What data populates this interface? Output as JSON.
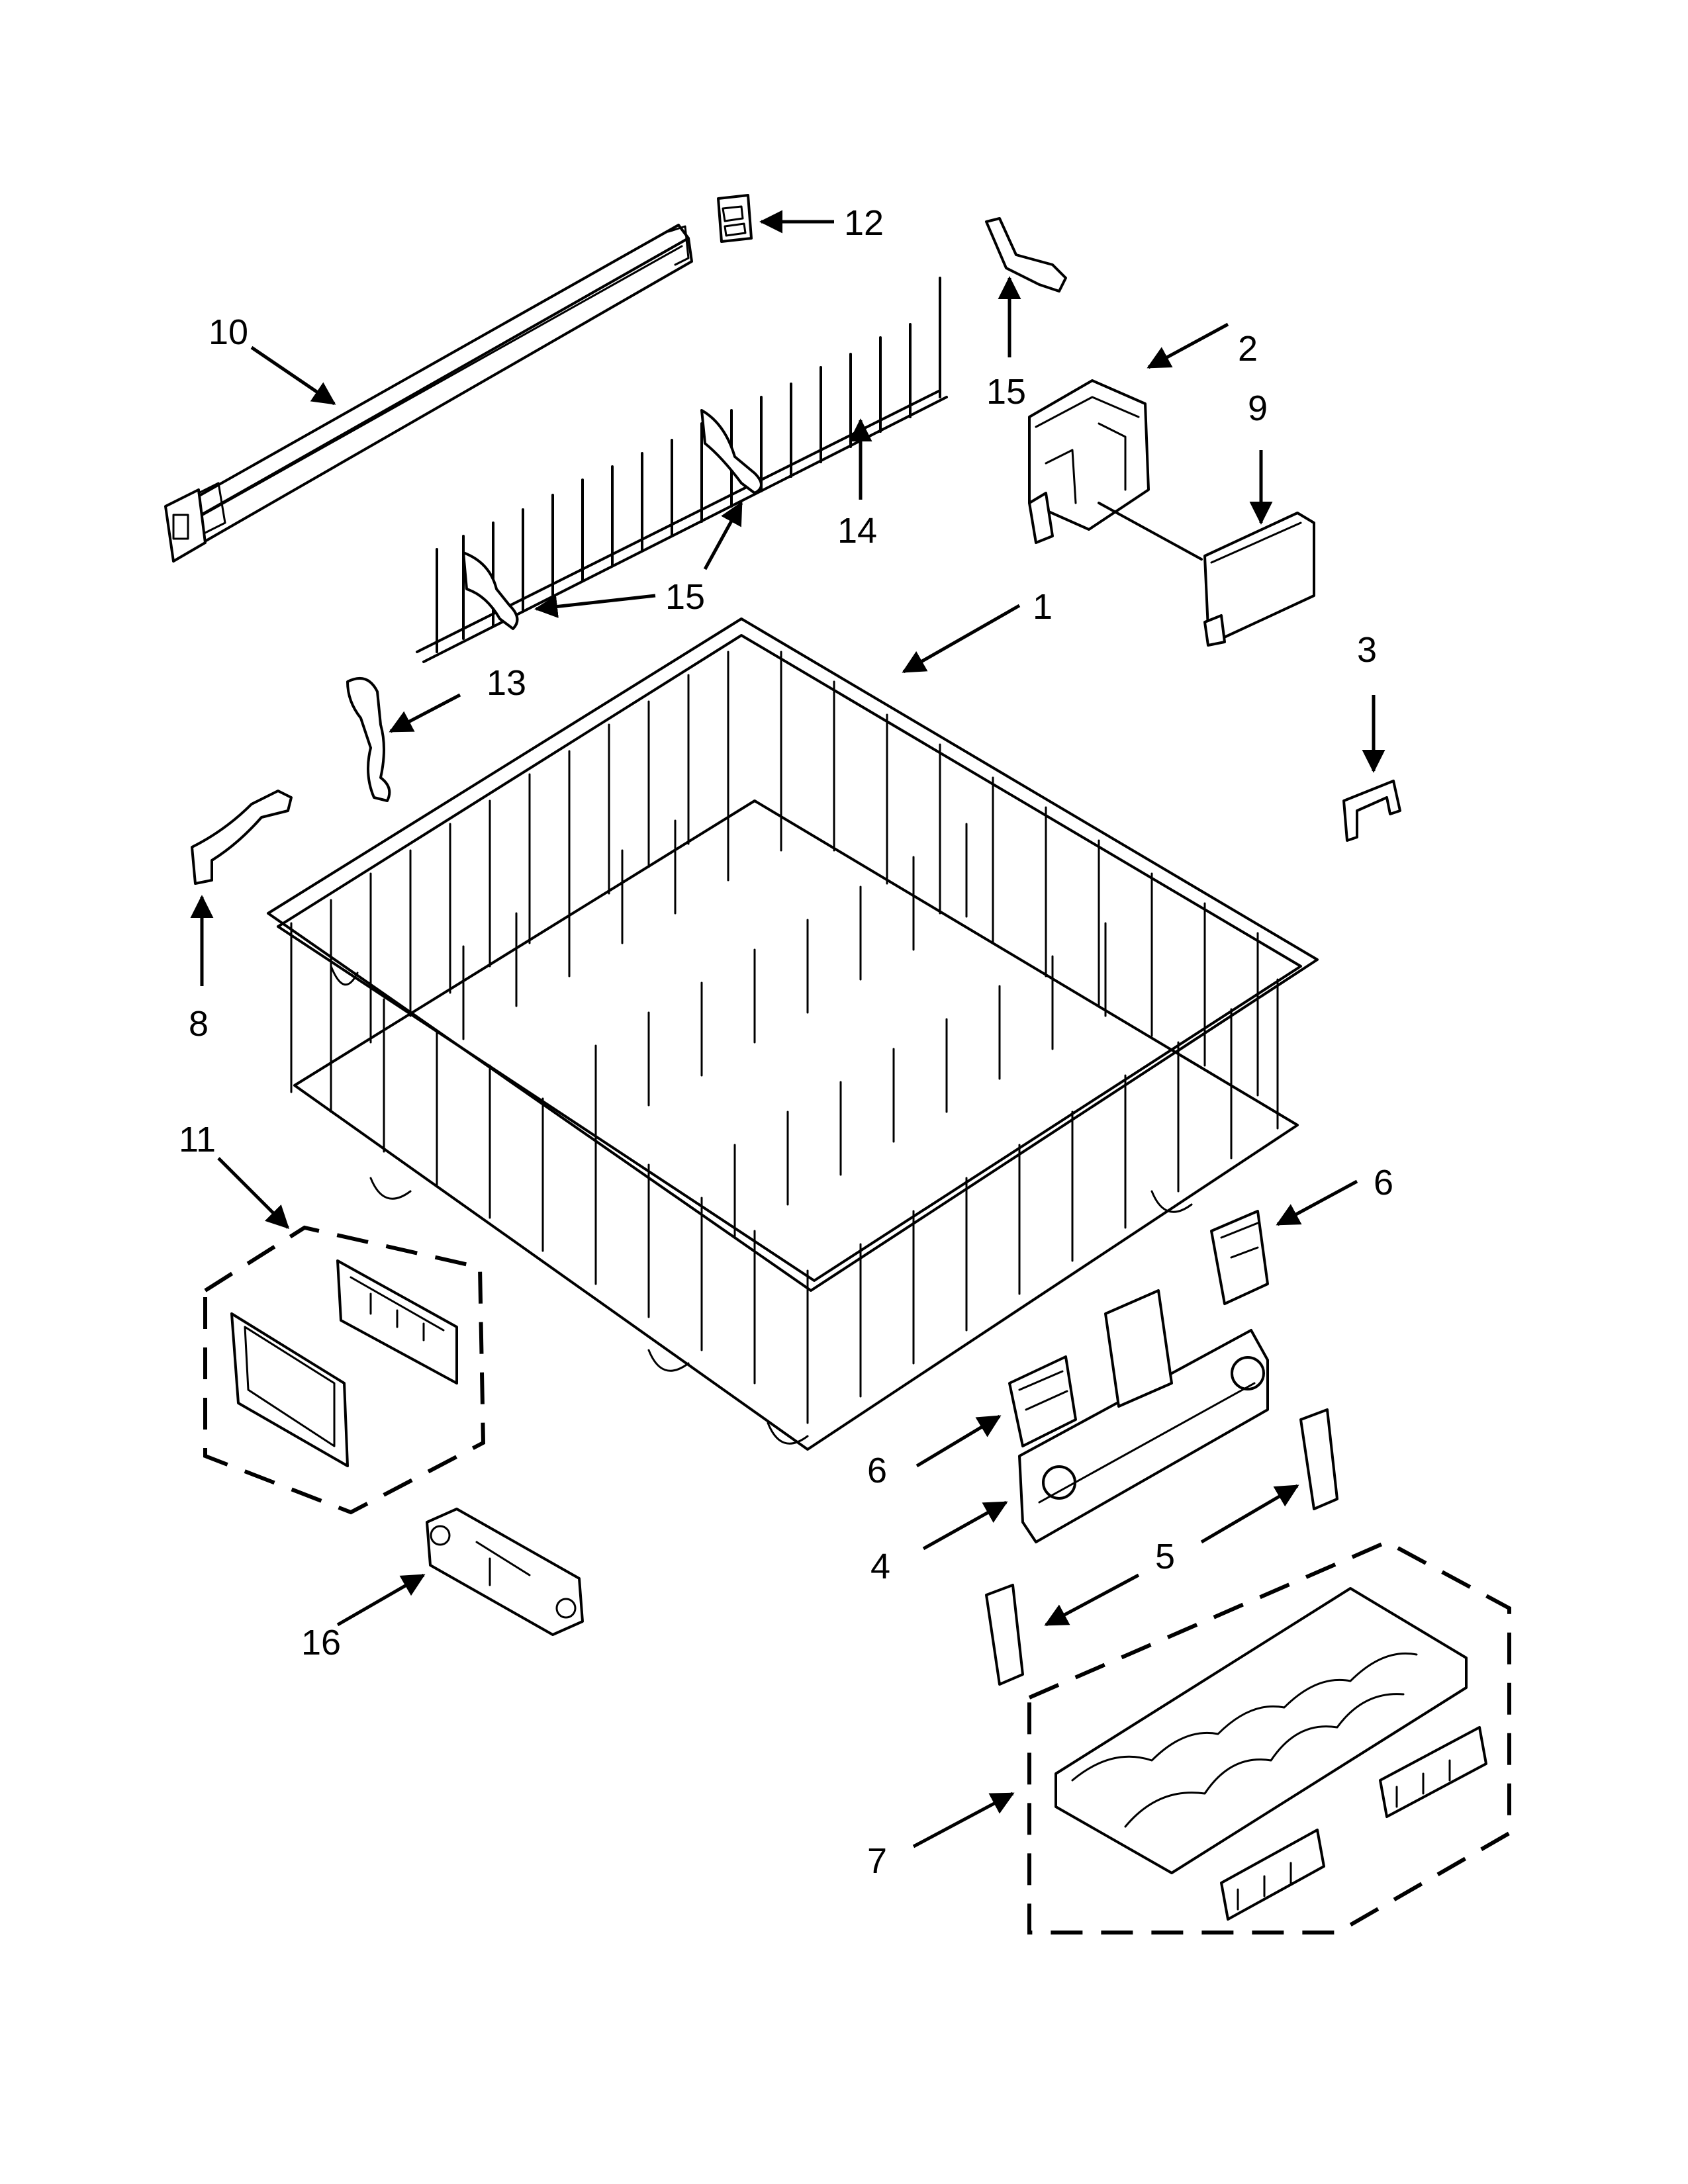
{
  "callouts": {
    "c1": "1",
    "c2": "2",
    "c3": "3",
    "c4": "4",
    "c5": "5",
    "c6a": "6",
    "c6b": "6",
    "c7": "7",
    "c8": "8",
    "c9": "9",
    "c10": "10",
    "c11": "11",
    "c12": "12",
    "c13": "13",
    "c14": "14",
    "c15a": "15",
    "c15b": "15",
    "c16": "16"
  }
}
